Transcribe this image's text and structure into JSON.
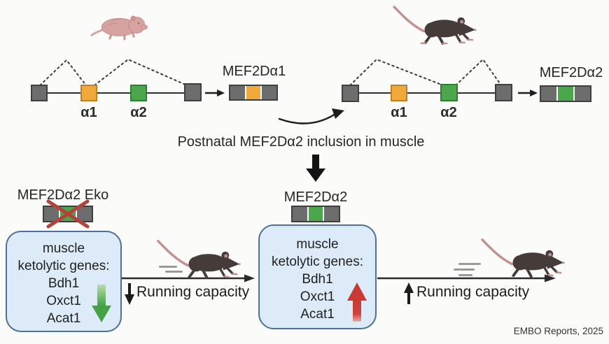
{
  "caption": "Postnatal MEF2Dα2 inclusion in muscle",
  "credit": "EMBO Reports, 2025",
  "neonatal_panel": {
    "mouse_icon": "newborn-mouse-pup",
    "exon1_label": "α1",
    "exon2_label": "α2",
    "isoform_label": "MEF2Dα1"
  },
  "adult_panel": {
    "mouse_icon": "adult-mouse",
    "exon1_label": "α1",
    "exon2_label": "α2",
    "isoform_label": "MEF2Dα2"
  },
  "knockout_panel": {
    "title": "MEF2Dα2 Eko",
    "box_lines": [
      "muscle",
      "ketolytic genes:",
      "Bdh1",
      "Oxct1",
      "Acat1"
    ],
    "gene_arrow_direction": "down",
    "capacity_arrow_direction": "down",
    "capacity_label": "Running capacity"
  },
  "wildtype_panel": {
    "title": "MEF2Dα2",
    "box_lines": [
      "muscle",
      "ketolytic genes:",
      "Bdh1",
      "Oxct1",
      "Acat1"
    ],
    "gene_arrow_direction": "up",
    "capacity_arrow_direction": "up",
    "capacity_label": "Running capacity"
  },
  "colors": {
    "exon_gray": "#6d6d6d",
    "exon_orange": "#f2a93c",
    "exon_green": "#4ca64c",
    "box_fill": "#dcebf7",
    "box_border": "#4c7195",
    "cross_red": "#b2423c",
    "up_arrow_red": "#cc3a33",
    "down_arrow_green": "#47a347",
    "mouse_dark": "#453c3a",
    "mouse_pink": "#d7a3a1"
  }
}
